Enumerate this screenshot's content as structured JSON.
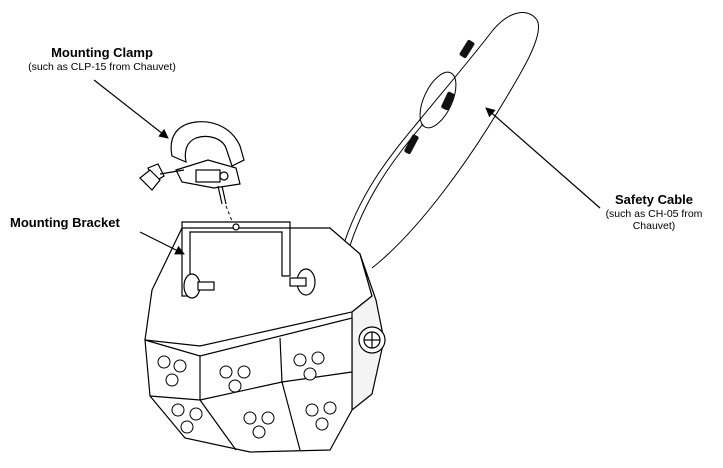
{
  "labels": {
    "clamp": {
      "title": "Mounting Clamp",
      "sub": "(such as CLP-15 from Chauvet)"
    },
    "bracket": {
      "title": "Mounting Bracket"
    },
    "cable": {
      "title": "Safety Cable",
      "sub_line1": "(such as CH-05 from",
      "sub_line2": "Chauvet)"
    }
  },
  "colors": {
    "line": "#000000",
    "fill": "#ffffff",
    "shade": "#e6e6e6",
    "dark": "#111111"
  },
  "icons": [
    "mounting-clamp",
    "mounting-bracket",
    "safety-cable",
    "fixture"
  ]
}
